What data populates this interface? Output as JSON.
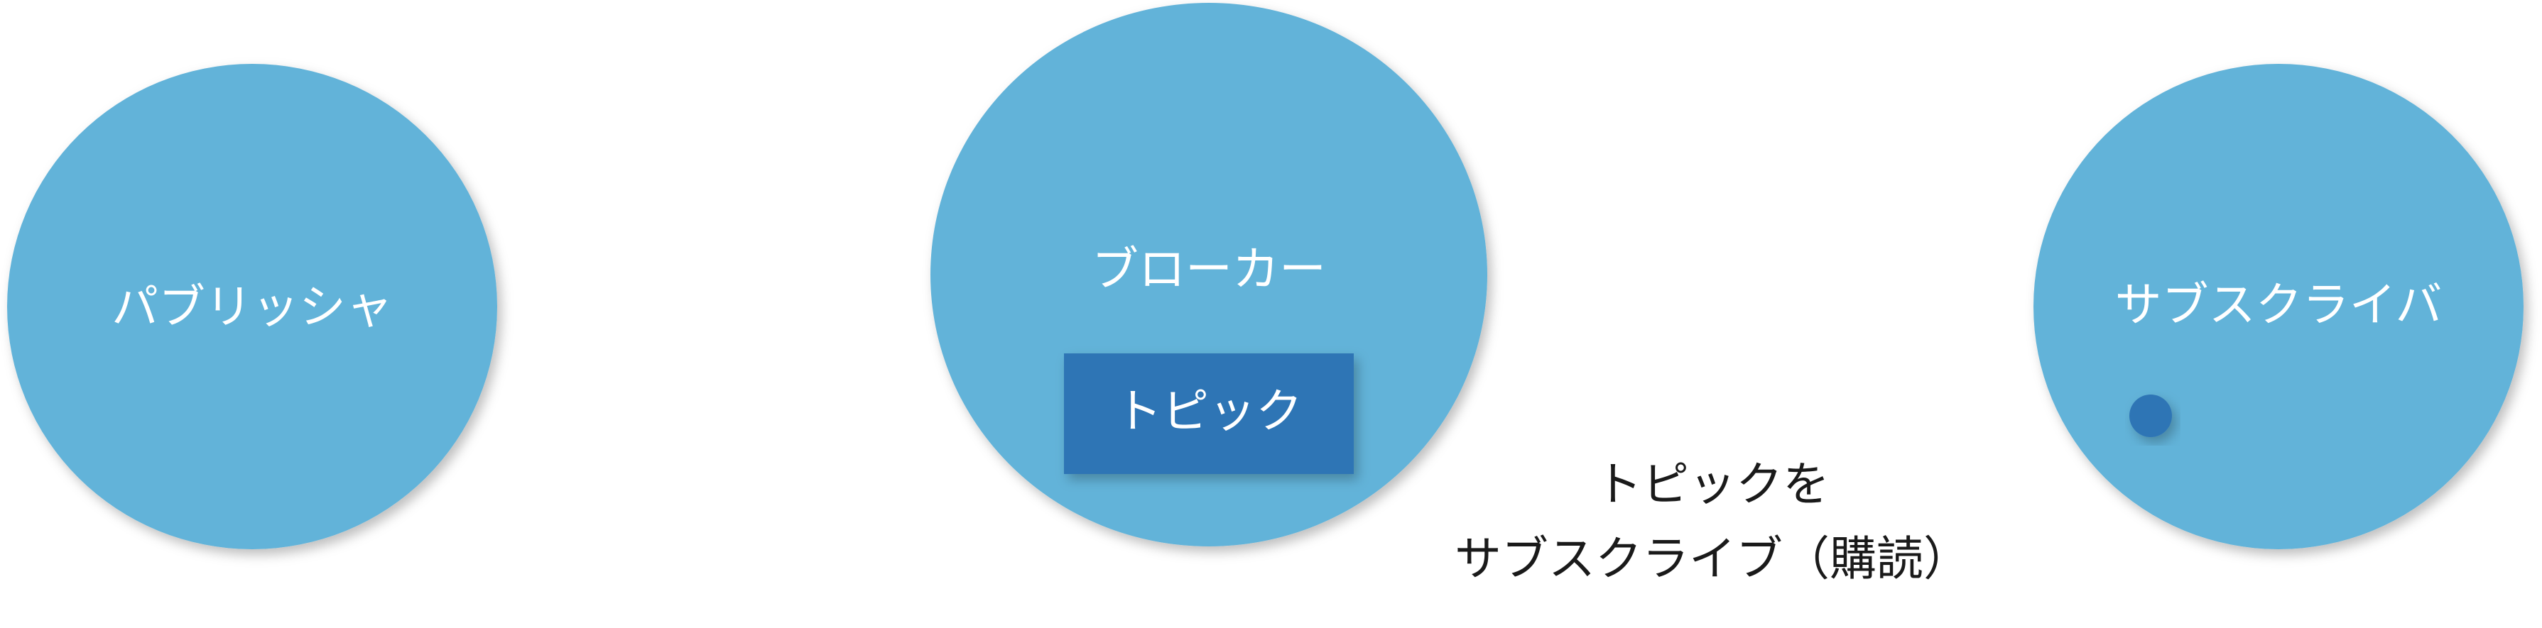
{
  "nodes": {
    "publisher": {
      "label": "パブリッシャ"
    },
    "broker": {
      "label": "ブローカー"
    },
    "subscriber": {
      "label": "サブスクライバ"
    },
    "topic": {
      "label": "トピック"
    }
  },
  "edge": {
    "line1": "トピックを",
    "line2": "サブスクライブ（購読）"
  },
  "colors": {
    "node_fill": "#62b3d9",
    "topic_fill": "#2e74b5",
    "arrow": "#2e74b5",
    "label_dark": "#1a1a1a",
    "label_light": "#ffffff"
  }
}
